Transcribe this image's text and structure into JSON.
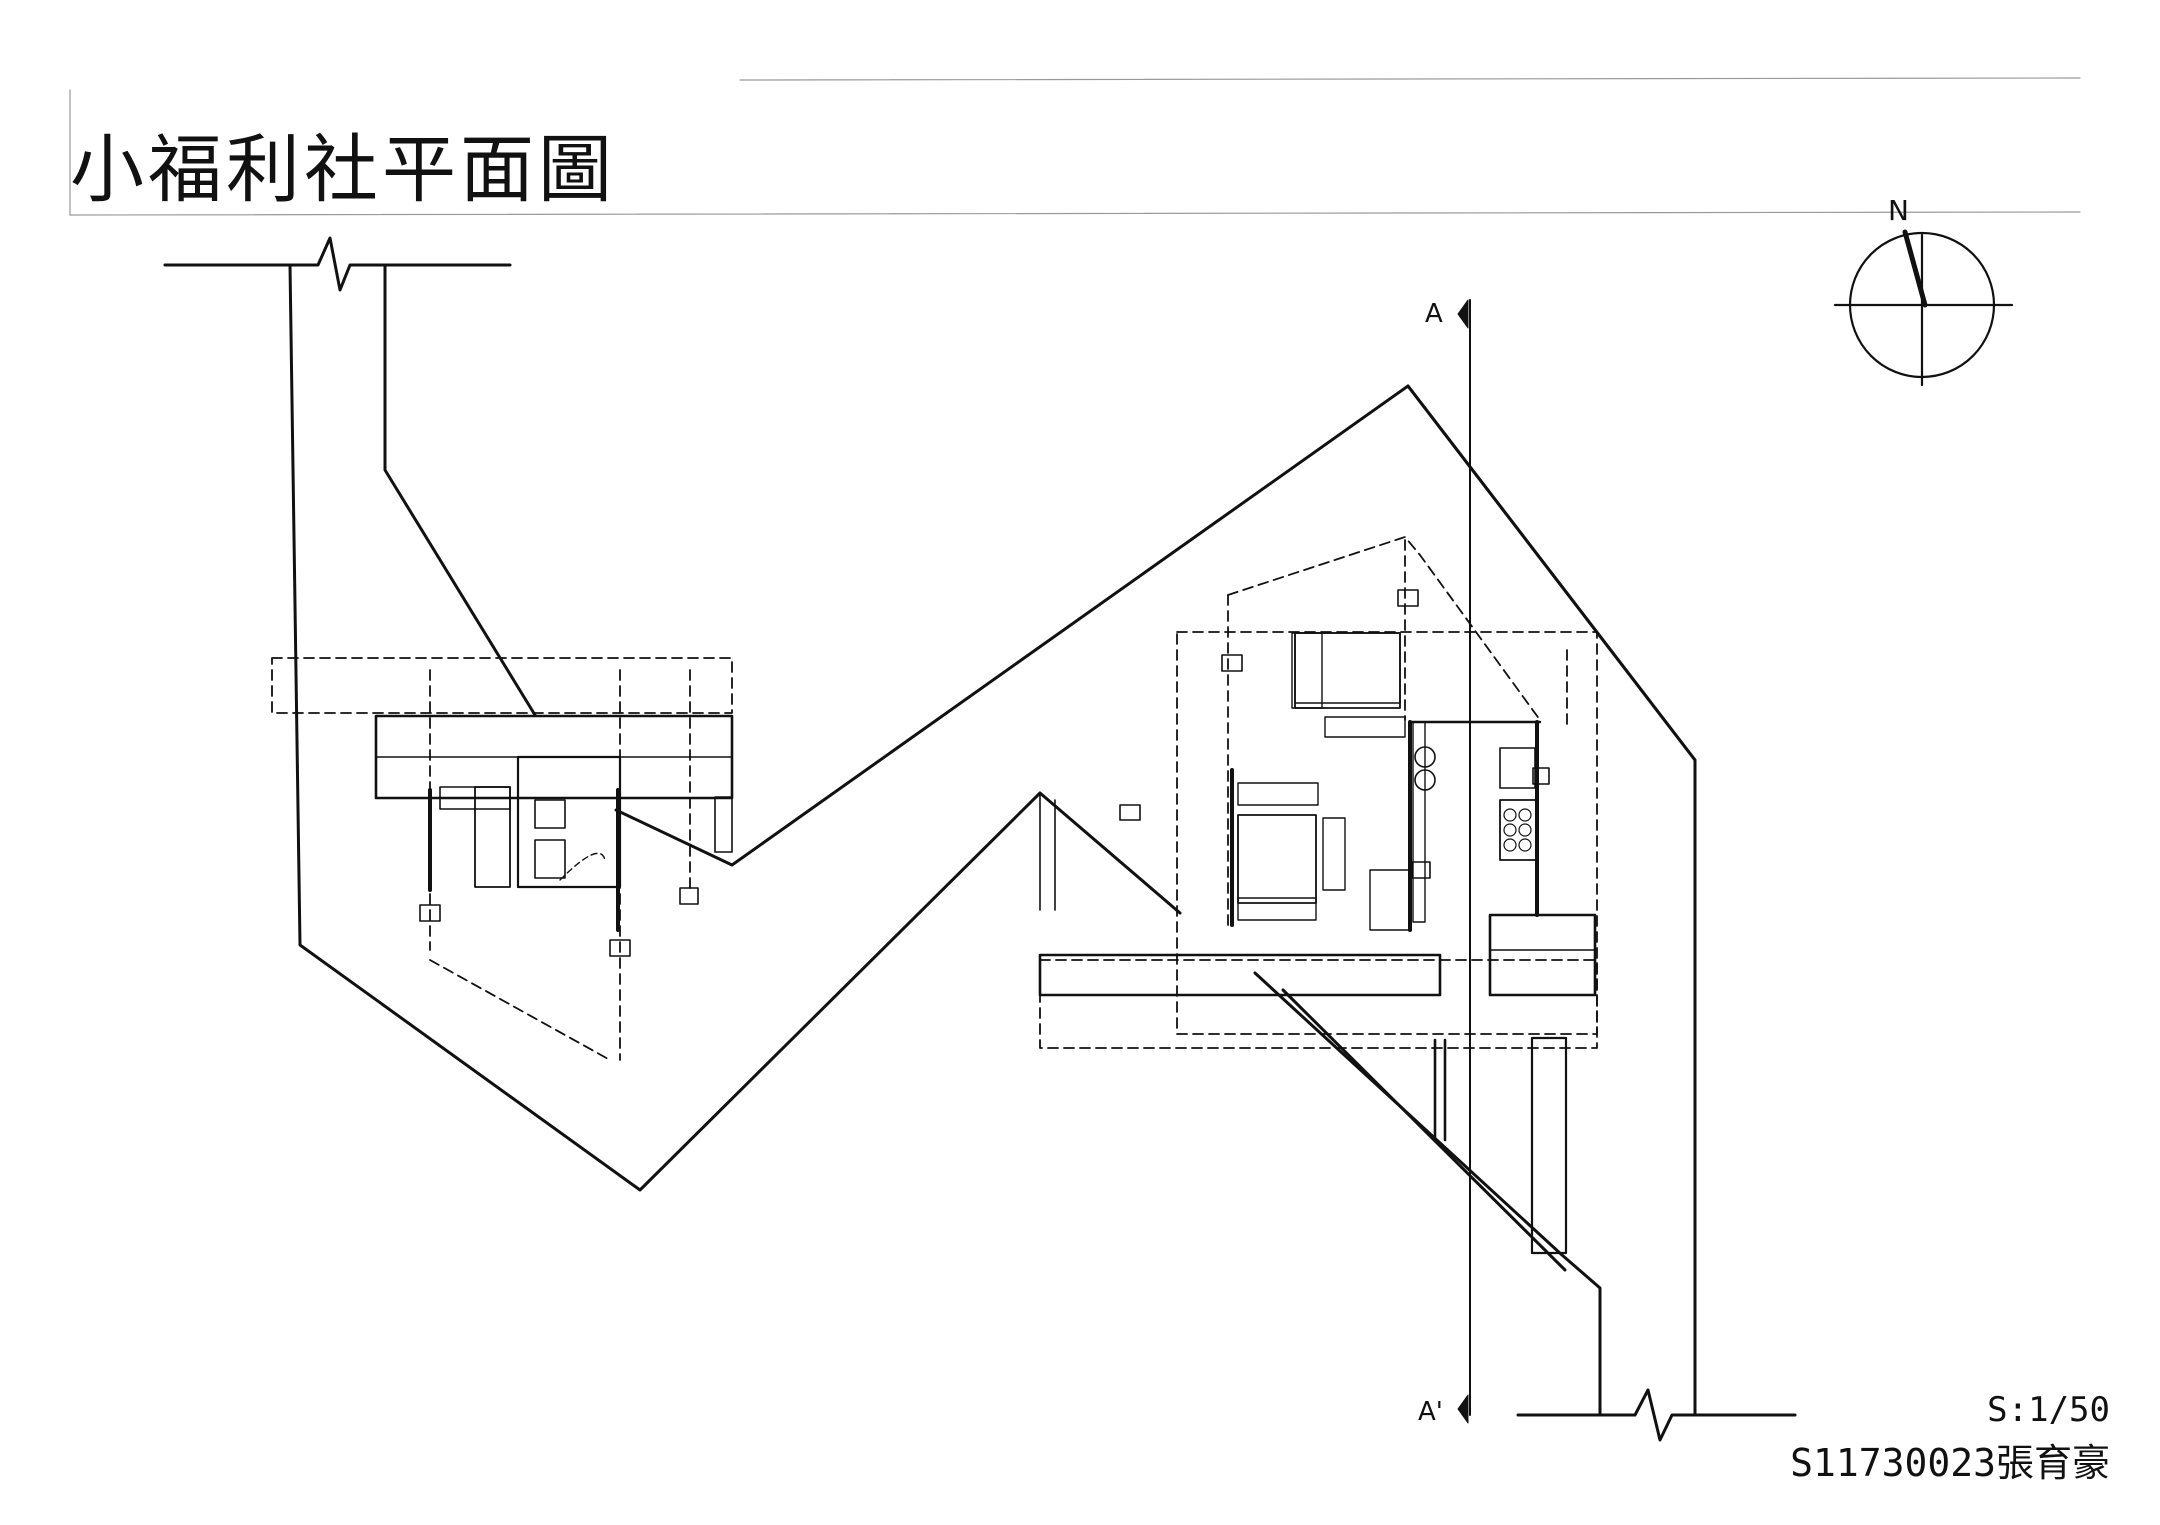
{
  "sheet": {
    "title": "小福利社平面圖",
    "scale": "S:1/50",
    "author": "S11730023張育豪"
  },
  "section_marks": {
    "top": "A",
    "bottom": "A'"
  },
  "north_arrow": {
    "label": "N",
    "icon": "north-arrow-icon"
  }
}
